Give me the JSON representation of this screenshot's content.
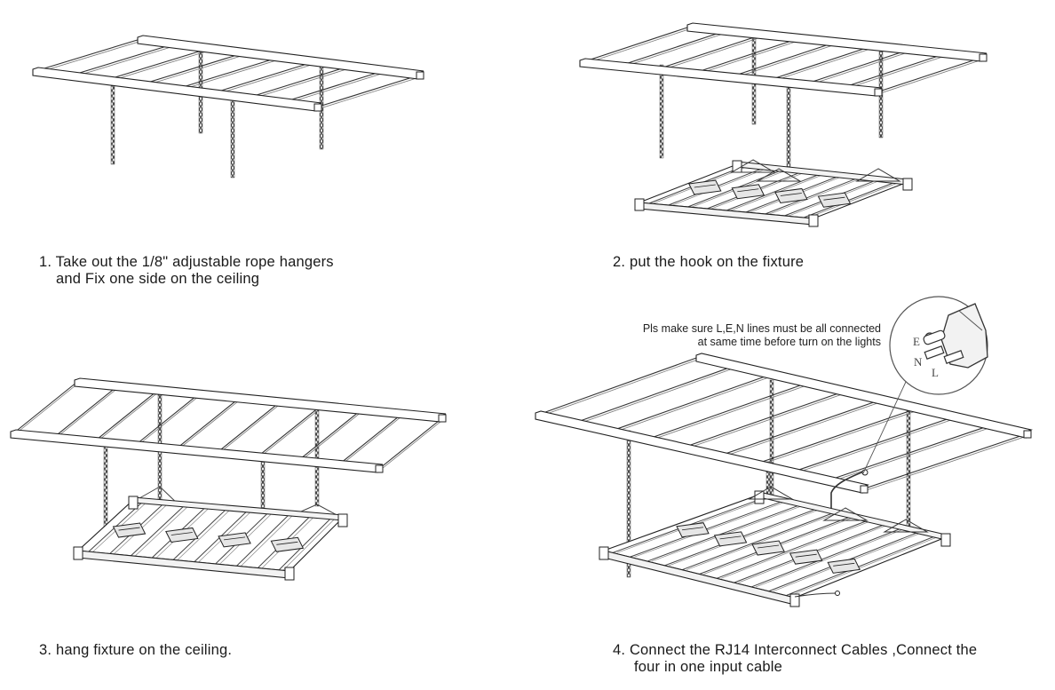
{
  "steps": [
    {
      "line1": "1. Take out the 1/8\" adjustable rope hangers",
      "line2": "and Fix one  side  on the ceiling"
    },
    {
      "line1": "2. put the hook on the fixture",
      "line2": ""
    },
    {
      "line1": "3. hang fixture on the ceiling.",
      "line2": ""
    },
    {
      "line1": "4. Connect the RJ14 Interconnect Cables ,Connect the",
      "line2": "four in one input cable"
    }
  ],
  "note": {
    "line1": "Pls make sure L,E,N  lines must be all connected",
    "line2": "at same time before turn on the lights"
  },
  "plug_pins": {
    "e": "E",
    "n": "N",
    "l": "L"
  }
}
